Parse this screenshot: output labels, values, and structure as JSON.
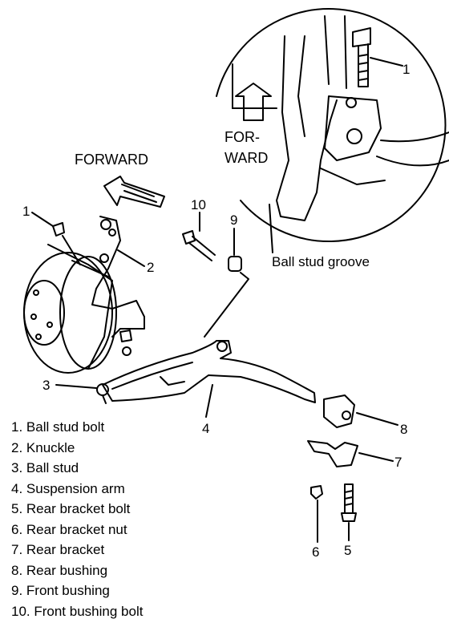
{
  "labels": {
    "forward": "FORWARD",
    "forward_inset_1": "FOR-",
    "forward_inset_2": "WARD",
    "ball_stud_groove": "Ball stud groove",
    "callouts": {
      "c1_main": "1",
      "c1_inset": "1",
      "c2": "2",
      "c3": "3",
      "c4": "4",
      "c5": "5",
      "c6": "6",
      "c7": "7",
      "c8": "8",
      "c9": "9",
      "c10": "10"
    }
  },
  "legend": [
    "1. Ball stud bolt",
    "2. Knuckle",
    "3. Ball stud",
    "4. Suspension arm",
    "5. Rear bracket bolt",
    "6. Rear bracket nut",
    "7. Rear bracket",
    "8. Rear bushing",
    "9. Front bushing",
    "10. Front bushing bolt"
  ]
}
